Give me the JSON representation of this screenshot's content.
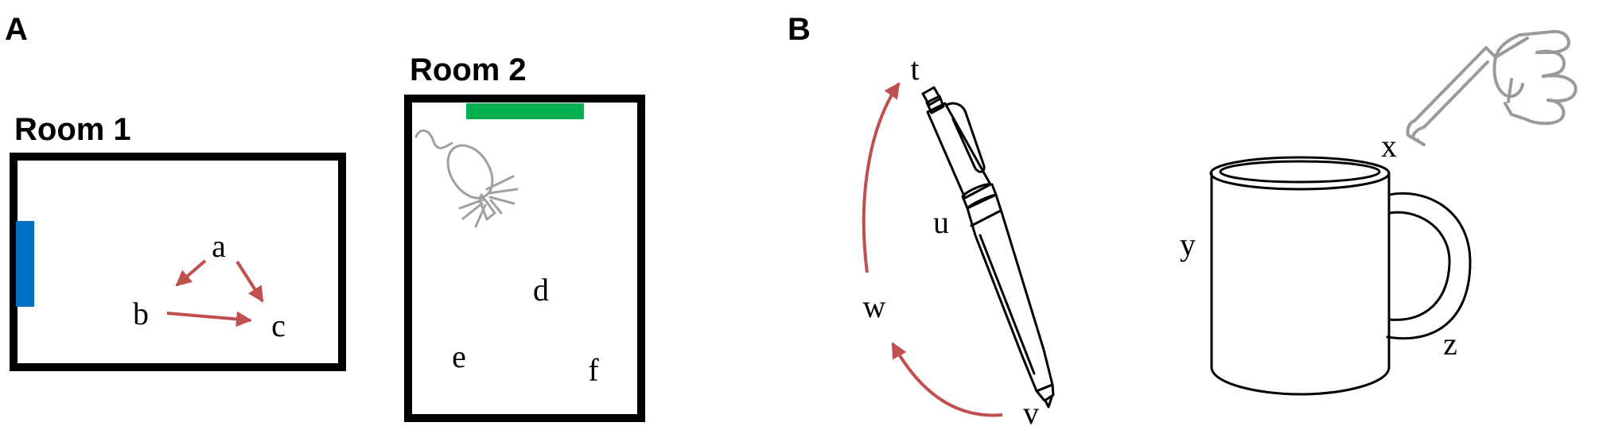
{
  "panels": {
    "a": {
      "label": "A"
    },
    "b": {
      "label": "B"
    }
  },
  "rooms": {
    "room1": {
      "title": "Room 1",
      "points": [
        "a",
        "b",
        "c"
      ]
    },
    "room2": {
      "title": "Room 2",
      "points": [
        "d",
        "e",
        "f"
      ]
    }
  },
  "objects": {
    "pen": {
      "points": [
        "t",
        "u",
        "w",
        "v"
      ]
    },
    "mug": {
      "points": [
        "x",
        "y",
        "z"
      ]
    }
  },
  "colors": {
    "arrow": "#c0504d",
    "door_room1": "#0070c0",
    "door_room2": "#00b050",
    "grey_icon": "#9a9a9a"
  },
  "icons": {
    "room2_creature": "spider-icon",
    "pointing_hand": "pointing-hand-icon"
  }
}
